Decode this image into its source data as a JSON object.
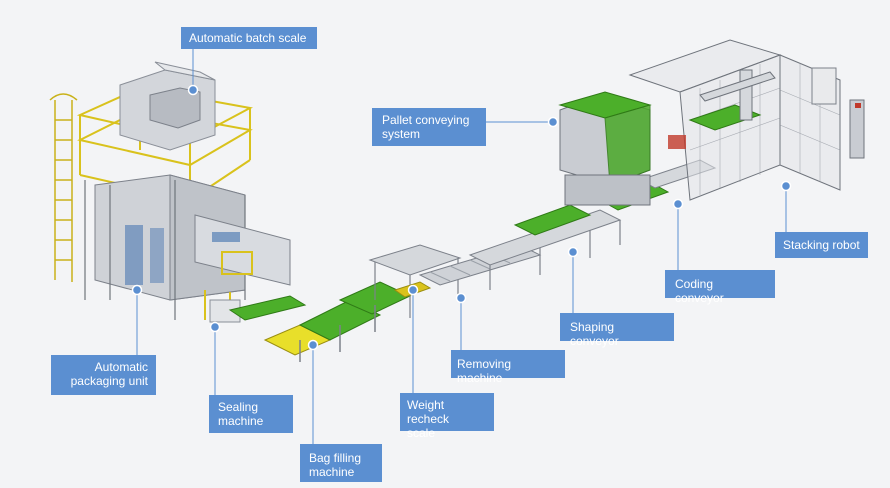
{
  "diagram": {
    "labels": {
      "automatic_batch_scale": "Automatic batch scale",
      "pallet_conveying_system": "Pallet conveying\nsystem",
      "stacking_robot": "Stacking robot",
      "coding_conveyor": "Coding conveyor",
      "shaping_conveyor": "Shaping conveyor",
      "removing_machine": "Removing machine",
      "weight_recheck_scale": "Weight recheck\nscale",
      "bag_filling_machine": "Bag filling\nmachine",
      "sealing_machine": "Sealing\nmachine",
      "automatic_packaging_unit": "Automatic\npackaging unit"
    },
    "colors": {
      "label_bg": "#5b8fd1",
      "callout_line": "#5b8fd1",
      "belt_green": "#4caf2a",
      "frame_yellow": "#d9c21c",
      "machine_gray": "#c9ccd2",
      "steel": "#8a8f98",
      "background": "#f3f4f6"
    }
  }
}
